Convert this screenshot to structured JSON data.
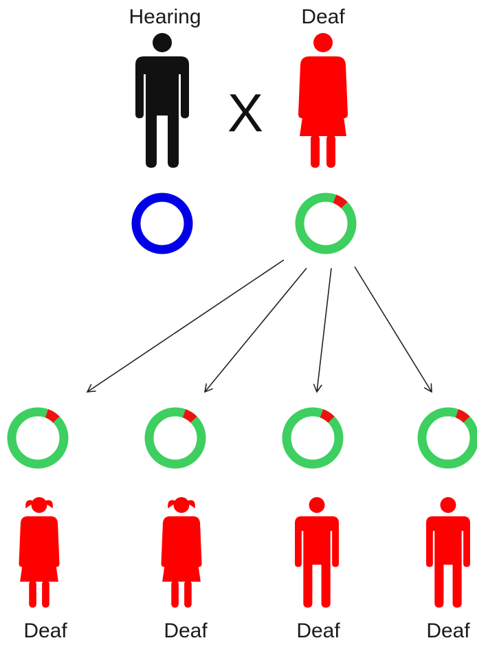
{
  "parents": {
    "father": {
      "label": "Hearing",
      "color": "#111111",
      "sex": "male"
    },
    "cross_symbol": "X",
    "mother": {
      "label": "Deaf",
      "color": "#ff0000",
      "sex": "female"
    }
  },
  "children": [
    {
      "label": "Deaf",
      "sex": "female",
      "color": "#ff0000"
    },
    {
      "label": "Deaf",
      "sex": "female",
      "color": "#ff0000"
    },
    {
      "label": "Deaf",
      "sex": "male",
      "color": "#ff0000"
    },
    {
      "label": "Deaf",
      "sex": "male",
      "color": "#ff0000"
    }
  ],
  "colors": {
    "blue_ring": "#0000e6",
    "green_ring": "#3dcf5f",
    "red_segment": "#ee1111",
    "arrow": "#222222"
  },
  "rings": {
    "father": "blue",
    "mother_mutation_fraction": 0.07,
    "child_mutation_fraction": 0.07
  }
}
